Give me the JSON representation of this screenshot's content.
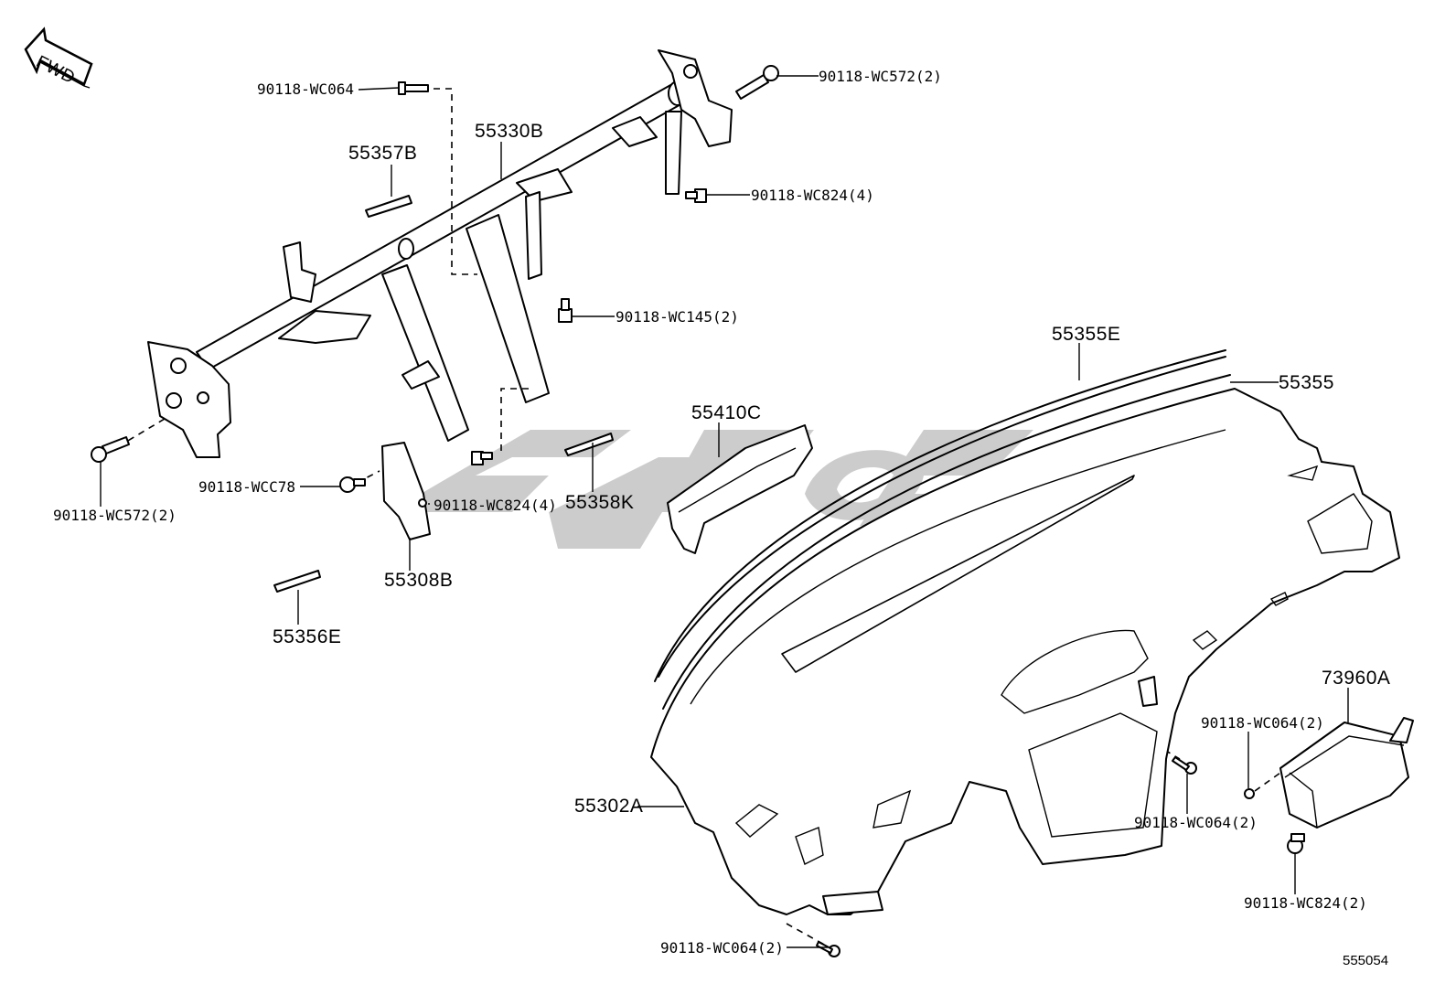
{
  "orientation": {
    "fwd_label": "FWD"
  },
  "parts": {
    "p55330B": "55330B",
    "p55357B": "55357B",
    "p55355E": "55355E",
    "p55355": "55355",
    "p55410C": "55410C",
    "p55358K": "55358K",
    "p55308B": "55308B",
    "p55356E": "55356E",
    "p73960A": "73960A",
    "p55302A": "55302A"
  },
  "fasteners": {
    "wc064_top": "90118-WC064",
    "wc572_right": "90118-WC572(2)",
    "wc824_top": "90118-WC824(4)",
    "wc145": "90118-WC145(2)",
    "wc572_left": "90118-WC572(2)",
    "wcc78": "90118-WCC78",
    "wc824_mid": "90118-WC824(4)",
    "wc064_airbag_upper": "90118-WC064(2)",
    "wc064_dash_right": "90118-WC064(2)",
    "wc824_airbag": "90118-WC824(2)",
    "wc064_bottom": "90118-WC064(2)"
  },
  "illustration_code": "555054"
}
